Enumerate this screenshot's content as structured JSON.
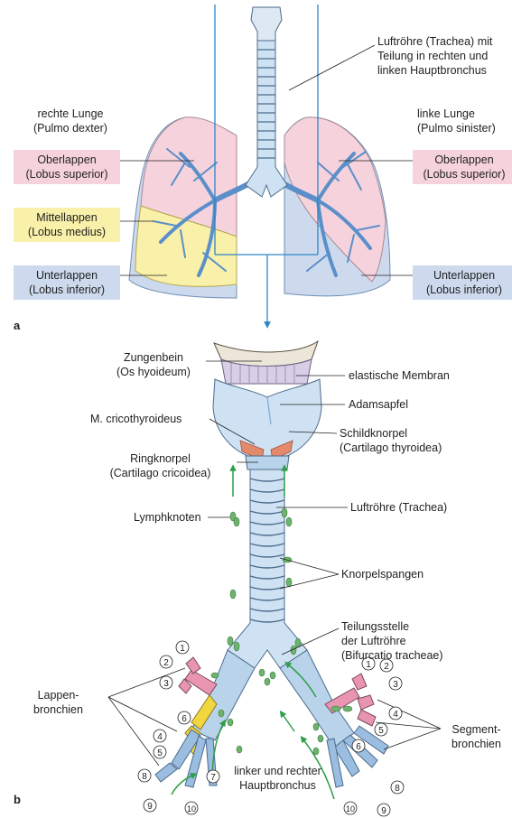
{
  "panel_a": {
    "letter": "a",
    "trachea_label": [
      "Luftröhre (Trachea) mit",
      "Teilung in rechten und",
      "linken Hauptbronchus"
    ],
    "right_lung": [
      "rechte Lunge",
      "(Pulmo dexter)"
    ],
    "left_lung": [
      "linke Lunge",
      "(Pulmo sinister)"
    ],
    "upper_lobe_right": [
      "Oberlappen",
      "(Lobus superior)"
    ],
    "middle_lobe": [
      "Mittellappen",
      "(Lobus  medius)"
    ],
    "lower_lobe_right": [
      "Unterlappen",
      "(Lobus inferior)"
    ],
    "upper_lobe_left": [
      "Oberlappen",
      "(Lobus superior)"
    ],
    "lower_lobe_left": [
      "Unterlappen",
      "(Lobus inferior)"
    ]
  },
  "panel_b": {
    "letter": "b",
    "hyoid": [
      "Zungenbein",
      "(Os hyoideum)"
    ],
    "membrane": "elastische Membran",
    "adams_apple": "Adamsapfel",
    "cricothyroid": "M. cricothyroideus",
    "thyroid_cartilage": [
      "Schildknorpel",
      "(Cartilago thyroidea)"
    ],
    "cricoid": [
      "Ringknorpel",
      "(Cartilago cricoidea)"
    ],
    "trachea": "Luftröhre (Trachea)",
    "lymph_nodes": "Lymphknoten",
    "cartilage_rings": "Knorpelspangen",
    "bifurcation": [
      "Teilungsstelle",
      "der Luftröhre",
      "(Bifurcatio tracheae)"
    ],
    "lobar_bronchi": [
      "Lappen-",
      "bronchien"
    ],
    "segment_bronchi": [
      "Segment-",
      "bronchien"
    ],
    "main_bronchi": [
      "linker und rechter",
      "Hauptbronchus"
    ],
    "segment_numbers_right": [
      "1",
      "2",
      "3",
      "4",
      "5",
      "6",
      "7",
      "8",
      "9",
      "10"
    ],
    "segment_numbers_left": [
      "1",
      "2",
      "3",
      "4",
      "5",
      "6",
      "8",
      "9",
      "10"
    ]
  },
  "colors": {
    "upper_lobe": "#f6d3dc",
    "middle_lobe": "#f9f0a9",
    "lower_lobe": "#cddaee",
    "bronchi": "#5b8fc9",
    "frame_line": "#2e86c8",
    "lymph_node": "#6db36d",
    "arrow": "#2e9e47"
  }
}
